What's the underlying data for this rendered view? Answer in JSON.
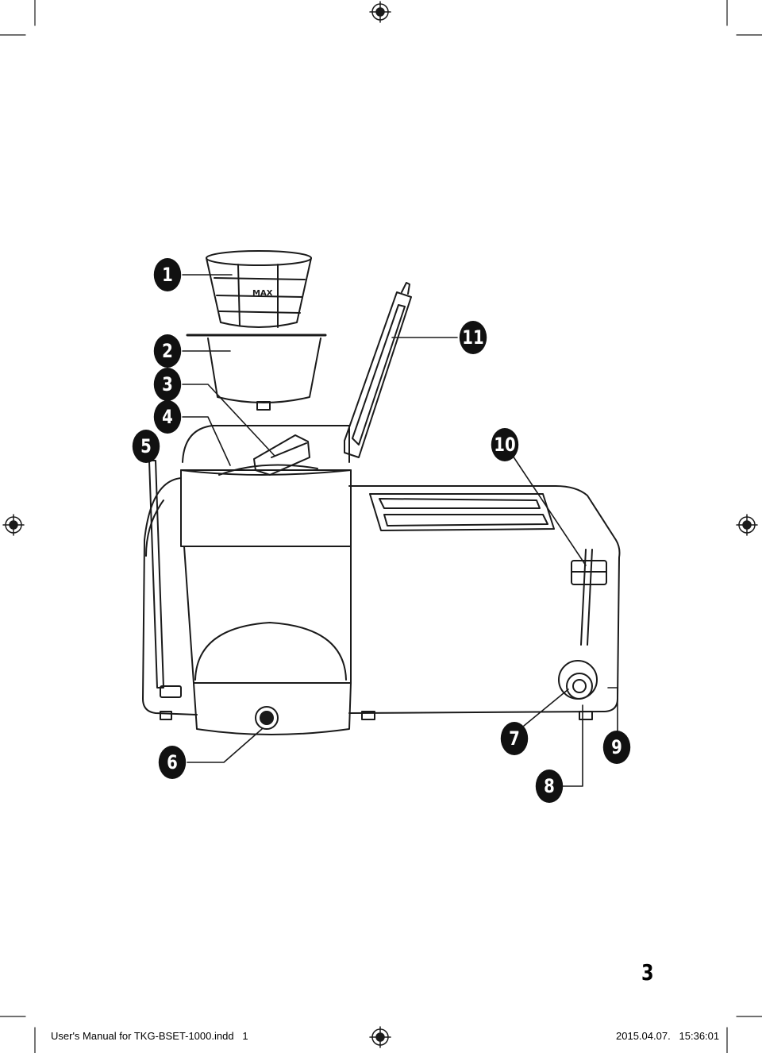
{
  "diagram": {
    "filter_label": "MAX",
    "callouts": [
      {
        "id": "1",
        "label": "1"
      },
      {
        "id": "2",
        "label": "2"
      },
      {
        "id": "3",
        "label": "3"
      },
      {
        "id": "4",
        "label": "4"
      },
      {
        "id": "5",
        "label": "5"
      },
      {
        "id": "6",
        "label": "6"
      },
      {
        "id": "7",
        "label": "7"
      },
      {
        "id": "8",
        "label": "8"
      },
      {
        "id": "9",
        "label": "9"
      },
      {
        "id": "10",
        "label": "10"
      },
      {
        "id": "11",
        "label": "11"
      }
    ]
  },
  "page": {
    "number": "3",
    "footer_left": "User's Manual for TKG-BSET-1000.indd   1",
    "footer_right": "2015.04.07.   15:36:01"
  }
}
